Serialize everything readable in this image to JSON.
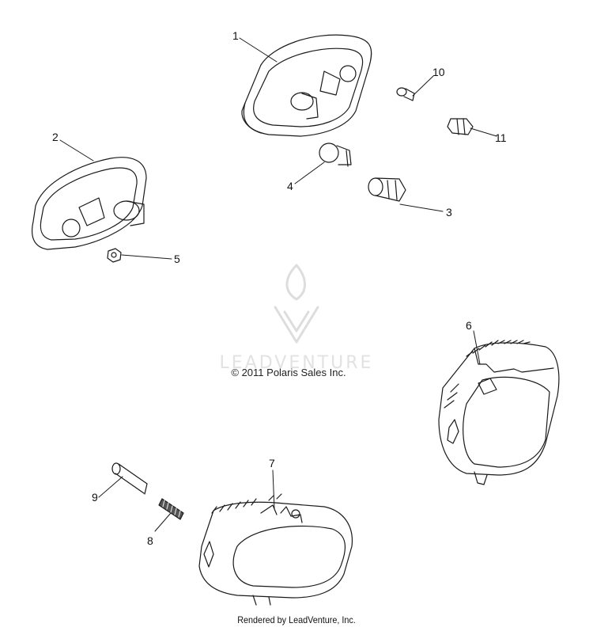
{
  "callouts": {
    "c1": "1",
    "c2": "2",
    "c3": "3",
    "c4": "4",
    "c5": "5",
    "c6": "6",
    "c7": "7",
    "c8": "8",
    "c9": "9",
    "c10": "10",
    "c11": "11"
  },
  "watermark": {
    "logo_text": "LEADVENTURE"
  },
  "copyright": "© 2011 Polaris Sales Inc.",
  "footer": "Rendered by LeadVenture, Inc."
}
